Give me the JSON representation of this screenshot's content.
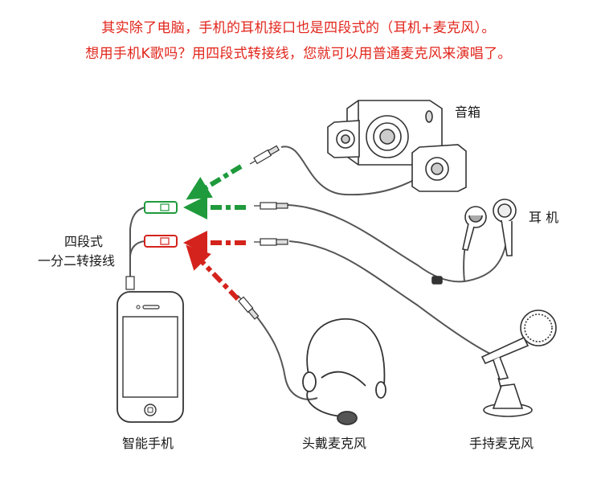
{
  "header": {
    "line1": "其实除了电脑，手机的耳机接口也是四段式的（耳机+麦克风）。",
    "line2": "想用手机K歌吗？用四段式转接线，您就可以用普通麦克风来演唱了。"
  },
  "labels": {
    "speaker": "音箱",
    "earphone": "耳 机",
    "adapter_line1": "四段式",
    "adapter_line2": "一分二转接线",
    "phone": "智能手机",
    "headset_mic": "头戴麦克风",
    "handheld_mic": "手持麦克风"
  },
  "colors": {
    "header_text": "#e1251b",
    "green_arrow": "#1f9a3c",
    "red_arrow": "#d4231c",
    "outline": "#333333",
    "cable": "#555555"
  },
  "icons": [
    "smartphone-icon",
    "speaker-icon",
    "earphone-icon",
    "headset-microphone-icon",
    "handheld-microphone-icon",
    "splitter-cable-icon"
  ]
}
